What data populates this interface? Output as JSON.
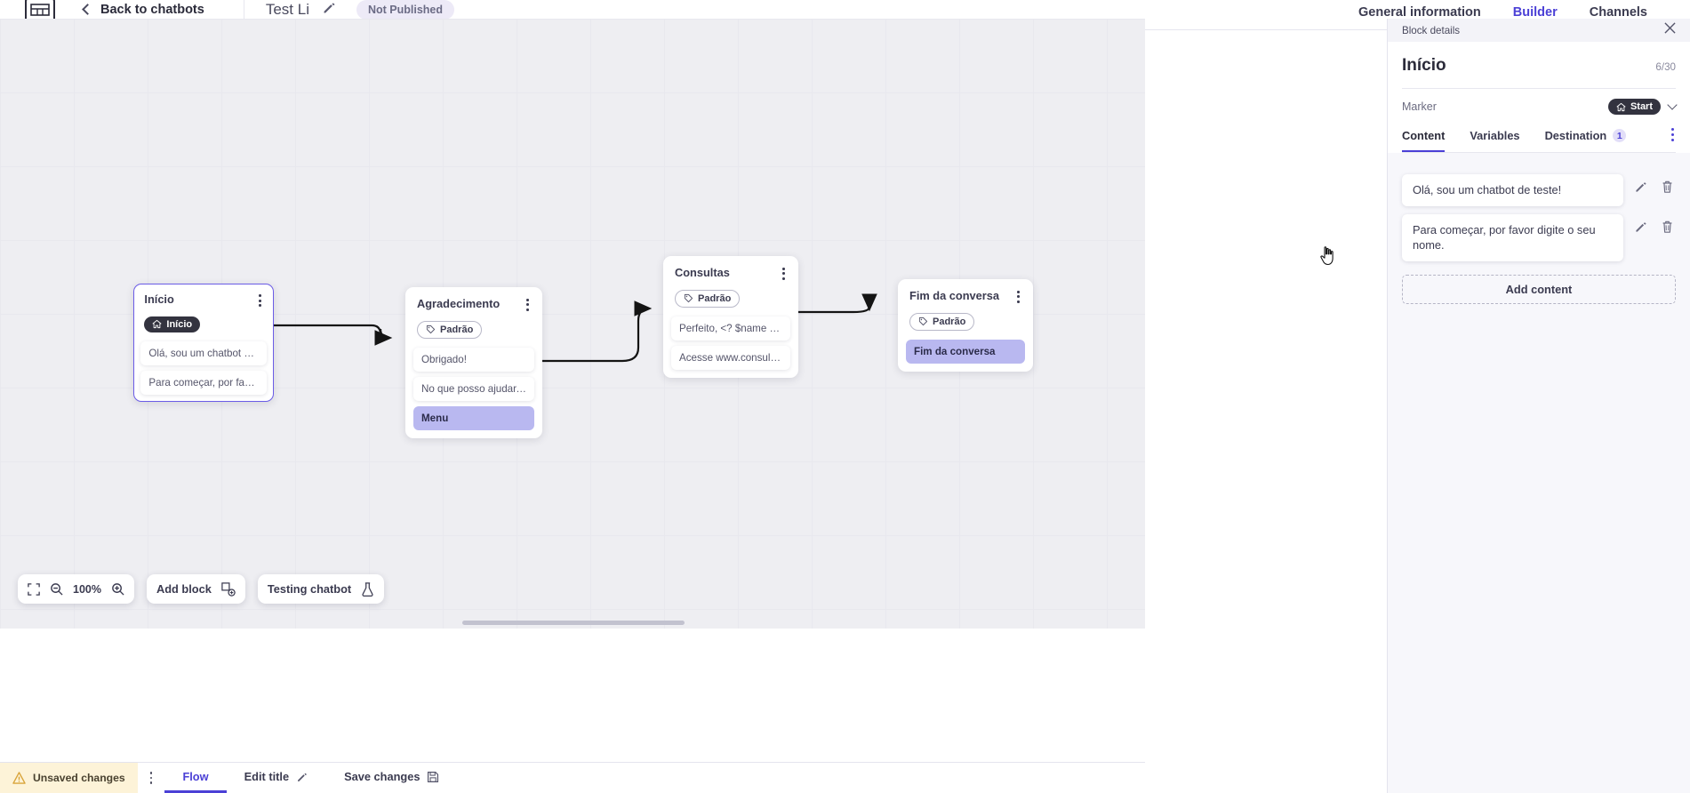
{
  "topbar": {
    "logo_icon": "app-logo-icon",
    "back_label": "Back to chatbots",
    "bot_title": "Test Li",
    "edit_icon": "pencil-icon",
    "status_badge": "Not Published",
    "tabs": [
      {
        "label": "General information",
        "active": false
      },
      {
        "label": "Builder",
        "active": true
      },
      {
        "label": "Channels",
        "active": false
      }
    ]
  },
  "canvas": {
    "zoom_level": "100%",
    "fit_icon": "fit-screen-icon",
    "zoom_out_icon": "zoom-out-icon",
    "zoom_in_icon": "zoom-in-icon",
    "add_block_label": "Add block",
    "add_block_icon": "add-block-icon",
    "testing_label": "Testing chatbot",
    "testing_icon": "flask-icon",
    "nodes": [
      {
        "id": "inicio",
        "title": "Início",
        "marker": "Início",
        "marker_type": "start",
        "selected": true,
        "messages": [
          {
            "text": "Olá, sou um chatbot de teste!",
            "highlight": false
          },
          {
            "text": "Para começar, por favor digite o ...",
            "highlight": false
          }
        ]
      },
      {
        "id": "agradecimento",
        "title": "Agradecimento",
        "marker": "Padrão",
        "marker_type": "default",
        "selected": false,
        "messages": [
          {
            "text": "Obrigado!",
            "highlight": false
          },
          {
            "text": "No que posso ajudar, <? $name ...",
            "highlight": false
          },
          {
            "text": "Menu",
            "highlight": true
          }
        ]
      },
      {
        "id": "consultas",
        "title": "Consultas",
        "marker": "Padrão",
        "marker_type": "default",
        "selected": false,
        "messages": [
          {
            "text": "Perfeito, <? $name ?>!",
            "highlight": false
          },
          {
            "text": "Acesse www.consultas.com par...",
            "highlight": false
          }
        ]
      },
      {
        "id": "fim",
        "title": "Fim da conversa",
        "marker": "Padrão",
        "marker_type": "default",
        "selected": false,
        "messages": [
          {
            "text": "Fim da conversa",
            "highlight": true
          }
        ]
      }
    ]
  },
  "bottombar": {
    "unsaved_label": "Unsaved changes",
    "warning_icon": "warning-triangle-icon",
    "kebab_icon": "more-vertical-icon",
    "tabs": [
      {
        "label": "Flow",
        "active": true,
        "icon": ""
      },
      {
        "label": "Edit title",
        "active": false,
        "icon": "pencil-icon"
      },
      {
        "label": "Save changes",
        "active": false,
        "icon": "save-icon"
      }
    ]
  },
  "panel": {
    "header_label": "Block details",
    "close_icon": "close-icon",
    "title": "Início",
    "counter": "6/30",
    "marker_label": "Marker",
    "marker_value": "Start",
    "marker_icon": "home-icon",
    "tabs": [
      {
        "label": "Content",
        "active": true,
        "badge": ""
      },
      {
        "label": "Variables",
        "active": false,
        "badge": ""
      },
      {
        "label": "Destination",
        "active": false,
        "badge": "1"
      }
    ],
    "tab_kebab_icon": "more-vertical-icon",
    "contents": [
      {
        "text": "Olá, sou um chatbot de teste!",
        "edit_icon": "pencil-icon",
        "delete_icon": "trash-icon"
      },
      {
        "text": "Para começar, por favor digite o seu nome.",
        "edit_icon": "pencil-icon",
        "delete_icon": "trash-icon"
      }
    ],
    "add_content_label": "Add content"
  },
  "colors": {
    "accent": "#4b40d6",
    "node_selected_border": "#6b5ce7",
    "highlight_msg": "#b9b8f0",
    "warning_bg": "#fdf3d8"
  }
}
